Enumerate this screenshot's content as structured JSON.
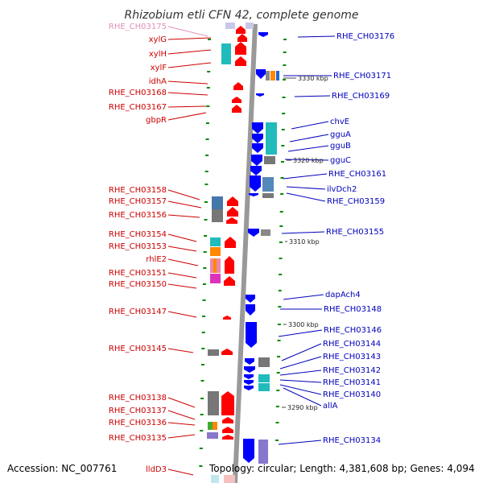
{
  "title": "Rhizobium etli CFN 42, complete genome",
  "footer": {
    "accession": "Accession: NC_007761",
    "topology": "Topology: circular; Length: 4,381,608 bp; Genes: 4,094"
  },
  "colors": {
    "left_label": "#cc0000",
    "left_label_faint": "#e38fbd",
    "right_label": "#0000bb",
    "forward_gene": "#ff0000",
    "reverse_gene": "#0000ff",
    "backbone": "#999999",
    "tick_mark": "#008800"
  },
  "ticks": [
    "3330 kbp",
    "3320 kbp",
    "3310 kbp",
    "3300 kbp",
    "3290 kbp"
  ],
  "genes_left": [
    {
      "name": "RHE_CH03175",
      "faint": true
    },
    {
      "name": "xylG"
    },
    {
      "name": "xylH"
    },
    {
      "name": "xylF"
    },
    {
      "name": "idhA"
    },
    {
      "name": "RHE_CH03168"
    },
    {
      "name": "RHE_CH03167"
    },
    {
      "name": "gbpR"
    },
    {
      "name": "RHE_CH03158"
    },
    {
      "name": "RHE_CH03157"
    },
    {
      "name": "RHE_CH03156"
    },
    {
      "name": "RHE_CH03154"
    },
    {
      "name": "RHE_CH03153"
    },
    {
      "name": "rhlE2"
    },
    {
      "name": "RHE_CH03151"
    },
    {
      "name": "RHE_CH03150"
    },
    {
      "name": "RHE_CH03147"
    },
    {
      "name": "RHE_CH03145"
    },
    {
      "name": "RHE_CH03138"
    },
    {
      "name": "RHE_CH03137"
    },
    {
      "name": "RHE_CH03136"
    },
    {
      "name": "RHE_CH03135"
    },
    {
      "name": "lldD3"
    }
  ],
  "genes_right": [
    {
      "name": "RHE_CH03176"
    },
    {
      "name": "RHE_CH03171"
    },
    {
      "name": "RHE_CH03169"
    },
    {
      "name": "chvE"
    },
    {
      "name": "gguA"
    },
    {
      "name": "gguB"
    },
    {
      "name": "gguC"
    },
    {
      "name": "RHE_CH03161"
    },
    {
      "name": "ilvDch2"
    },
    {
      "name": "RHE_CH03159"
    },
    {
      "name": "RHE_CH03155"
    },
    {
      "name": "dapAch4"
    },
    {
      "name": "RHE_CH03148"
    },
    {
      "name": "RHE_CH03146"
    },
    {
      "name": "RHE_CH03144"
    },
    {
      "name": "RHE_CH03143"
    },
    {
      "name": "RHE_CH03142"
    },
    {
      "name": "RHE_CH03141"
    },
    {
      "name": "RHE_CH03140"
    },
    {
      "name": "allA"
    },
    {
      "name": "RHE_CH03134"
    }
  ]
}
